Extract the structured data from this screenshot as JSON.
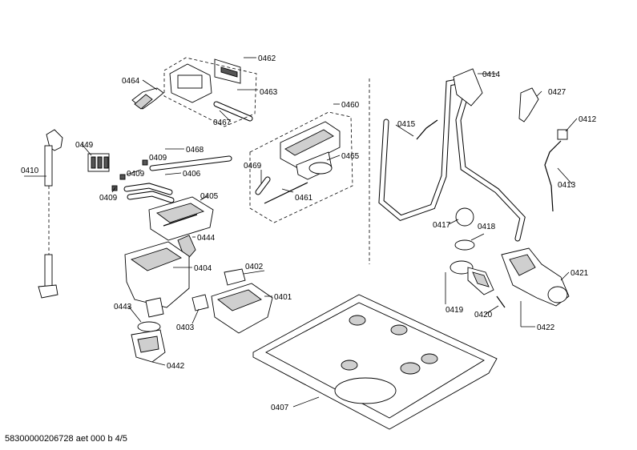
{
  "labels": {
    "p0462": "0462",
    "p0464": "0464",
    "p0463": "0463",
    "p0467": "0467",
    "p0460": "0460",
    "p0465": "0465",
    "p0469": "0469",
    "p0461": "0461",
    "p0449": "0449",
    "p0409a": "0409",
    "p0468": "0468",
    "p0410": "0410",
    "p0409b": "0409",
    "p0406": "0406",
    "p0409c": "0409",
    "p0405": "0405",
    "p0444": "0444",
    "p0404": "0404",
    "p0402": "0402",
    "p0401": "0401",
    "p0443": "0443",
    "p0403": "0403",
    "p0442": "0442",
    "p0407": "0407",
    "p0414": "0414",
    "p0415": "0415",
    "p0427": "0427",
    "p0412": "0412",
    "p0413": "0413",
    "p0417": "0417",
    "p0418": "0418",
    "p0421": "0421",
    "p0419": "0419",
    "p0420": "0420",
    "p0422": "0422"
  },
  "footer": "58300000206728 aet 000 b 4/5"
}
